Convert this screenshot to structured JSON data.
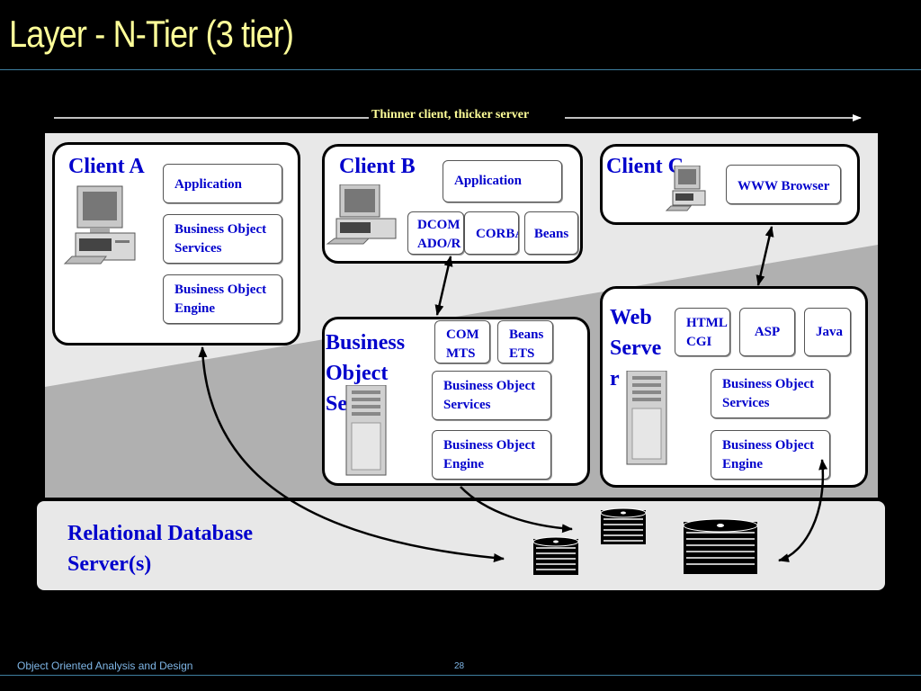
{
  "slide": {
    "title": "Layer - N-Tier (3 tier)",
    "banner": "Thinner client, thicker server",
    "footer_text": "Object Oriented Analysis and Design",
    "page_number": "28"
  },
  "client_a": {
    "label": "Client A",
    "cells": [
      "Application",
      "Business Object\nServices",
      "Business Object\nEngine"
    ]
  },
  "client_b": {
    "label": "Client B",
    "application": "Application",
    "protocols": [
      "DCOM\nADO/R",
      "CORBA",
      "Beans"
    ]
  },
  "client_c": {
    "label": "Client C",
    "browser": "WWW Browser"
  },
  "bo_server": {
    "label": "Business\nObject\nServer",
    "protocols": [
      "COM\nMTS",
      "Beans\nETS"
    ],
    "cells": [
      "Business Object\nServices",
      "Business Object\nEngine"
    ]
  },
  "web_server": {
    "label": "Web\nServe\nr",
    "protocols": [
      "HTML\nCGI",
      "ASP",
      "Java"
    ],
    "cells": [
      "Business Object\nServices",
      "Business Object\nEngine"
    ]
  },
  "database": {
    "label": "Relational Database\nServer(s)"
  },
  "colors": {
    "title": "#ffff99",
    "label_blue": "#0000cc",
    "rule": "#3e7f9f",
    "footer": "#7fb6e6"
  },
  "icons": [
    "computer-icon",
    "server-tower-icon",
    "disk-stack-icon"
  ]
}
